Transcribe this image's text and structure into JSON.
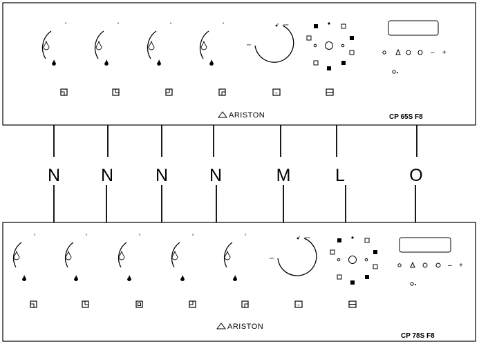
{
  "top_panel": {
    "brand": "ARISTON",
    "model": "CP 65S F8"
  },
  "bottom_panel": {
    "brand": "ARISTON",
    "model": "CP 78S F8"
  },
  "connectors": [
    "N",
    "N",
    "N",
    "N",
    "M",
    "L",
    "O"
  ],
  "small_labels": {
    "dial_off": "0",
    "dial_max": "max",
    "dial_min": "min",
    "timer_minus": "–",
    "timer_plus": "+"
  },
  "colors": {
    "stroke": "#000000",
    "background": "#ffffff"
  }
}
